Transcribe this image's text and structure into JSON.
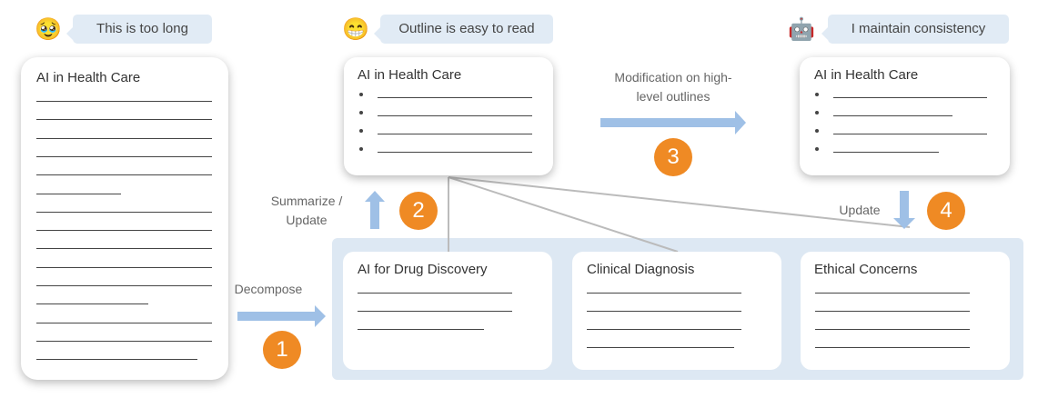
{
  "personas": [
    {
      "emoji": "🥹",
      "say": "This is too long"
    },
    {
      "emoji": "😁",
      "say": "Outline is easy to read"
    },
    {
      "emoji": "🤖",
      "say": "I maintain consistency"
    }
  ],
  "doc_title": "AI in Health Care",
  "subsections": [
    "AI for Drug Discovery",
    "Clinical Diagnosis",
    "Ethical Concerns"
  ],
  "steps": [
    {
      "num": "1",
      "label": "Decompose"
    },
    {
      "num": "2",
      "label": "Summarize / Update"
    },
    {
      "num": "3",
      "label": "Modification on high-level outlines"
    },
    {
      "num": "4",
      "label": "Update"
    }
  ],
  "colors": {
    "arrow": "#9fc0e6",
    "step": "#ef8a24",
    "panel": "#dde8f3",
    "bubble": "#e1ebf5"
  }
}
